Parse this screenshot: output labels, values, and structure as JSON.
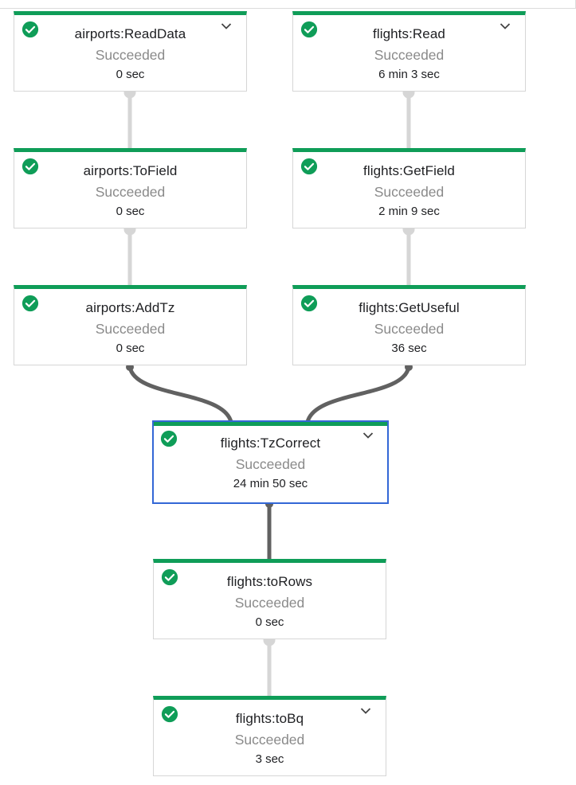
{
  "graph": {
    "nodes": [
      {
        "id": "airports-readdata",
        "name": "airports:ReadData",
        "status": "Succeeded",
        "duration": "0 sec",
        "has_menu": true,
        "selected": false
      },
      {
        "id": "flights-read",
        "name": "flights:Read",
        "status": "Succeeded",
        "duration": "6 min 3 sec",
        "has_menu": true,
        "selected": false
      },
      {
        "id": "airports-tofield",
        "name": "airports:ToField",
        "status": "Succeeded",
        "duration": "0 sec",
        "has_menu": false,
        "selected": false
      },
      {
        "id": "flights-getfield",
        "name": "flights:GetField",
        "status": "Succeeded",
        "duration": "2 min 9 sec",
        "has_menu": false,
        "selected": false
      },
      {
        "id": "airports-addtz",
        "name": "airports:AddTz",
        "status": "Succeeded",
        "duration": "0 sec",
        "has_menu": false,
        "selected": false
      },
      {
        "id": "flights-getuseful",
        "name": "flights:GetUseful",
        "status": "Succeeded",
        "duration": "36 sec",
        "has_menu": false,
        "selected": false
      },
      {
        "id": "flights-tzcorrect",
        "name": "flights:TzCorrect",
        "status": "Succeeded",
        "duration": "24 min 50 sec",
        "has_menu": true,
        "selected": true
      },
      {
        "id": "flights-torows",
        "name": "flights:toRows",
        "status": "Succeeded",
        "duration": "0 sec",
        "has_menu": false,
        "selected": false
      },
      {
        "id": "flights-tobq",
        "name": "flights:toBq",
        "status": "Succeeded",
        "duration": "3 sec",
        "has_menu": true,
        "selected": false
      }
    ]
  },
  "icons": {
    "status": "check-circle-icon",
    "menu": "chevron-down-icon"
  },
  "colors": {
    "success": "#0f9d58",
    "selected_border": "#3367d6",
    "status_text": "#8a8a8a",
    "edge_light": "#d6d6d6",
    "edge_dark": "#616161"
  }
}
